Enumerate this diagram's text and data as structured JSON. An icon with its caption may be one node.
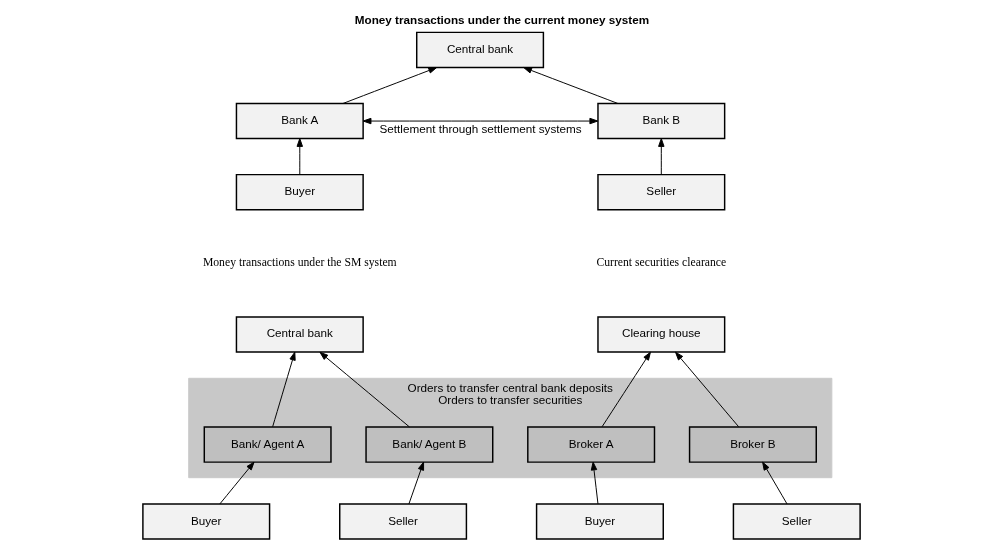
{
  "diagram": {
    "title": "Money transactions under the current money system",
    "nodes": [
      {
        "text": [
          "Central bank"
        ]
      },
      {
        "text": [
          "Bank A"
        ]
      },
      {
        "text": [
          "Bank B"
        ]
      },
      {
        "text": [
          "Buyer"
        ]
      },
      {
        "text": [
          "Seller"
        ]
      },
      {
        "text": [
          "Central bank"
        ]
      },
      {
        "text": [
          "Clearing house"
        ]
      },
      {
        "text": [
          "Orders to transfer central bank deposits",
          "Orders to transfer securities"
        ]
      },
      {
        "text": [
          "Bank/ Agent A"
        ],
        "in": 7
      },
      {
        "text": [
          "Bank/ Agent B"
        ],
        "in": 7
      },
      {
        "text": [
          "Broker A"
        ],
        "in": 7
      },
      {
        "text": [
          "Broker B"
        ],
        "in": 7
      },
      {
        "text": [
          "Buyer"
        ]
      },
      {
        "text": [
          "Seller"
        ]
      },
      {
        "text": [
          "Buyer"
        ]
      },
      {
        "text": [
          "Seller"
        ]
      }
    ],
    "edges": [
      {
        "from": 1,
        "to": 0,
        "arrow": "to"
      },
      {
        "from": 2,
        "to": 0,
        "arrow": "to"
      },
      {
        "from": 1,
        "to": 2,
        "arrow": "both",
        "label": "Settlement through settlement systems"
      },
      {
        "from": 3,
        "to": 1,
        "arrow": "to"
      },
      {
        "from": 4,
        "to": 2,
        "arrow": "to"
      },
      {
        "from": 8,
        "to": 5,
        "arrow": "to"
      },
      {
        "from": 9,
        "to": 5,
        "arrow": "to"
      },
      {
        "from": 10,
        "to": 6,
        "arrow": "to"
      },
      {
        "from": 11,
        "to": 6,
        "arrow": "to"
      },
      {
        "from": 12,
        "to": 8,
        "arrow": "to"
      },
      {
        "from": 13,
        "to": 9,
        "arrow": "to"
      },
      {
        "from": 14,
        "to": 10,
        "arrow": "to"
      },
      {
        "from": 15,
        "to": 11,
        "arrow": "to"
      }
    ],
    "labels": [
      "Money transactions under the SM system",
      "Current securities clearance"
    ]
  }
}
